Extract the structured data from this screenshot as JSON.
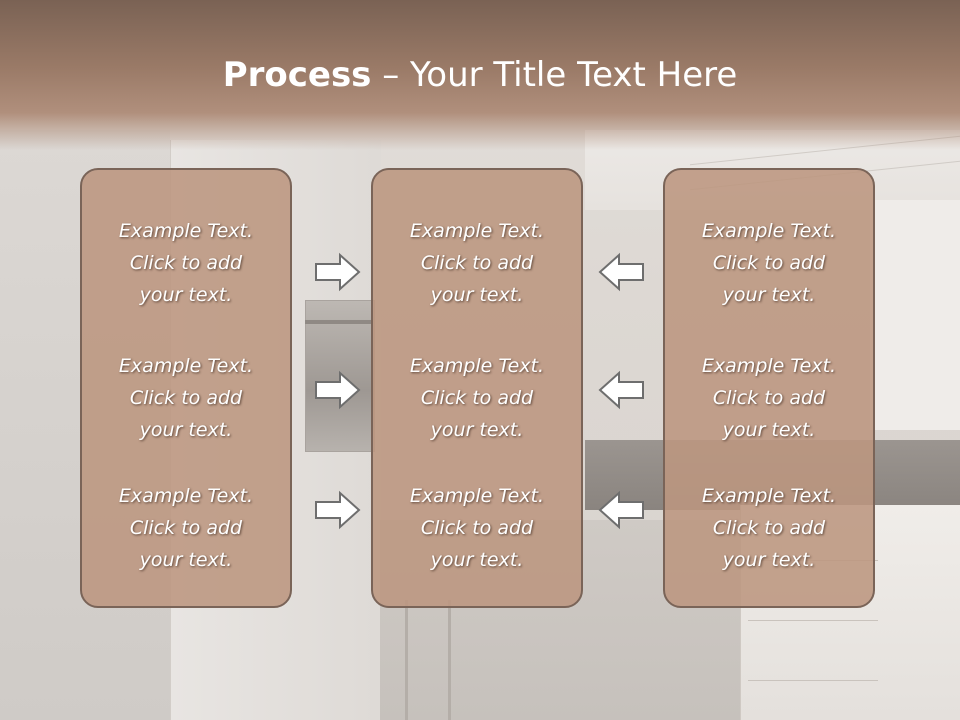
{
  "title": {
    "bold": "Process",
    "rest": " – Your Title Text Here"
  },
  "columns": [
    {
      "items": [
        {
          "line1": "Example Text.",
          "line2": "Click  to add",
          "line3": "your text."
        },
        {
          "line1": "Example Text.",
          "line2": "Click  to add",
          "line3": "your text."
        },
        {
          "line1": "Example Text.",
          "line2": "Click  to add",
          "line3": "your text."
        }
      ]
    },
    {
      "items": [
        {
          "line1": "Example Text.",
          "line2": "Click  to add",
          "line3": "your text."
        },
        {
          "line1": "Example Text.",
          "line2": "Click  to add",
          "line3": "your text."
        },
        {
          "line1": "Example Text.",
          "line2": "Click  to add",
          "line3": "your text."
        }
      ]
    },
    {
      "items": [
        {
          "line1": "Example Text.",
          "line2": "Click  to add",
          "line3": "your text."
        },
        {
          "line1": "Example Text.",
          "line2": "Click  to add",
          "line3": "your text."
        },
        {
          "line1": "Example Text.",
          "line2": "Click  to add",
          "line3": "your text."
        }
      ]
    }
  ],
  "arrows": {
    "left_group": "arrow-right-icon",
    "right_group": "arrow-left-icon"
  },
  "colors": {
    "title_band": "#9a7a67",
    "box_fill": "#bc9680",
    "box_border": "#7a6458",
    "text": "#ffffff"
  }
}
